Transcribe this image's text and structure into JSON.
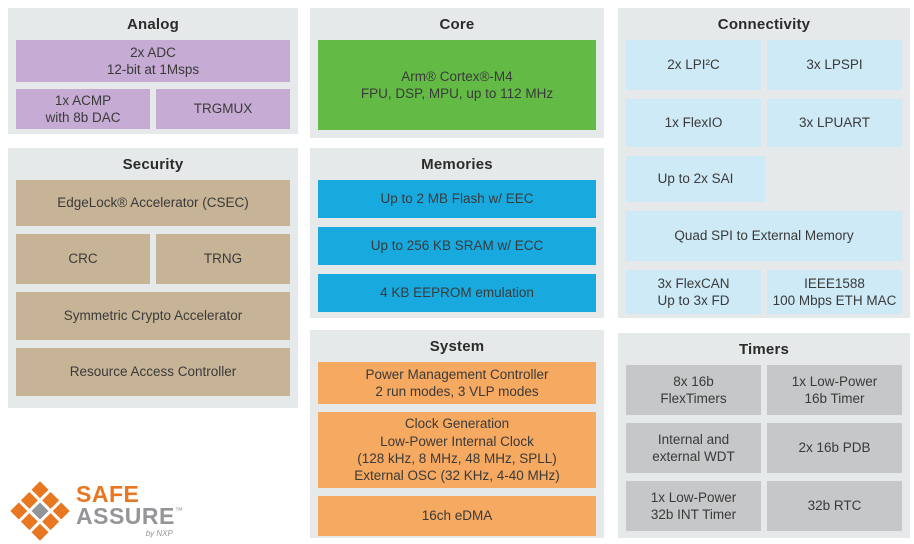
{
  "colors": {
    "section_bg": "#e6e9ea",
    "analog": "#c6abd4",
    "core": "#63bb45",
    "security": "#c7b496",
    "memories": "#18aadf",
    "system": "#f6a960",
    "connectivity": "#cdeaf6",
    "timers": "#c6c7c8",
    "logo_orange": "#e87722",
    "logo_gray": "#939598"
  },
  "sections": {
    "analog": {
      "title": "Analog",
      "blocks": {
        "adc": "2x ADC\n12-bit at 1Msps",
        "acmp": "1x ACMP\nwith 8b DAC",
        "trgmux": "TRGMUX"
      }
    },
    "security": {
      "title": "Security",
      "blocks": {
        "edgelock": "EdgeLock® Accelerator (CSEC)",
        "crc": "CRC",
        "trng": "TRNG",
        "symmetric": "Symmetric Crypto Accelerator",
        "resource": "Resource Access Controller"
      }
    },
    "core": {
      "title": "Core",
      "blocks": {
        "cpu": "Arm® Cortex®-M4\nFPU, DSP, MPU, up to 112 MHz"
      }
    },
    "memories": {
      "title": "Memories",
      "blocks": {
        "flash": "Up to 2 MB Flash w/ EEC",
        "sram": "Up to 256 KB SRAM w/ ECC",
        "eeprom": "4 KB EEPROM emulation"
      }
    },
    "system": {
      "title": "System",
      "blocks": {
        "pmc": "Power Management Controller\n2 run modes, 3 VLP modes",
        "clock": "Clock Generation\nLow-Power Internal Clock\n(128 kHz, 8 MHz, 48 MHz, SPLL)\nExternal OSC (32 KHz, 4-40 MHz)",
        "edma": "16ch eDMA"
      }
    },
    "connectivity": {
      "title": "Connectivity",
      "blocks": {
        "lpi2c": "2x LPI²C",
        "lpspi": "3x LPSPI",
        "flexio": "1x FlexIO",
        "lpuart": "3x LPUART",
        "sai": "Up to 2x SAI",
        "quadspi": "Quad SPI to External Memory",
        "flexcan": "3x FlexCAN\nUp to 3x FD",
        "eth": "IEEE1588\n100 Mbps ETH MAC"
      }
    },
    "timers": {
      "title": "Timers",
      "blocks": {
        "flextimers": "8x 16b\nFlexTimers",
        "lptmr": "1x Low-Power\n16b Timer",
        "wdt": "Internal and\nexternal WDT",
        "pdb": "2x 16b PDB",
        "lpit": "1x Low-Power\n32b INT Timer",
        "rtc": "32b RTC"
      }
    }
  },
  "logo": {
    "safe": "SAFE",
    "assure": "ASSURE",
    "trademark": "™",
    "byline": "by NXP"
  }
}
